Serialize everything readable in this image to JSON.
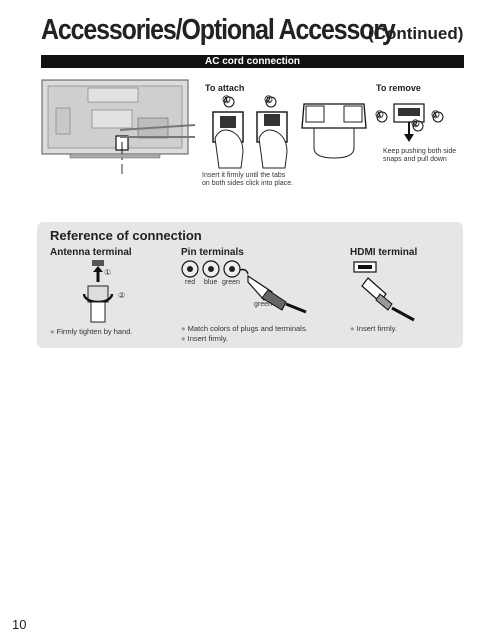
{
  "header": {
    "title": "Accessories/Optional Accessory",
    "continued": "(Continued)"
  },
  "ac_cord": {
    "bar_title": "AC cord connection",
    "attach_label": "To attach",
    "remove_label": "To remove",
    "step1": "①",
    "step2": "②",
    "attach_caption": "Insert it firmly until the tabs on both sides click into place.",
    "remove_caption": "Keep pushing both side snaps and pull down"
  },
  "reference": {
    "title": "Reference of connection",
    "antenna": {
      "heading": "Antenna terminal",
      "step1": "①",
      "step2": "②",
      "note": "Firmly tighten by hand."
    },
    "pin": {
      "heading": "Pin terminals",
      "labels": [
        "red",
        "blue",
        "green"
      ],
      "plug_label": "green",
      "notes": [
        "Match colors of plugs and terminals.",
        "Insert firmly."
      ]
    },
    "hdmi": {
      "heading": "HDMI terminal",
      "note": "Insert firmly."
    }
  },
  "page_number": "10",
  "colors": {
    "bar": "#111111",
    "panel": "#e6e6e6",
    "bullet": "#999999"
  }
}
